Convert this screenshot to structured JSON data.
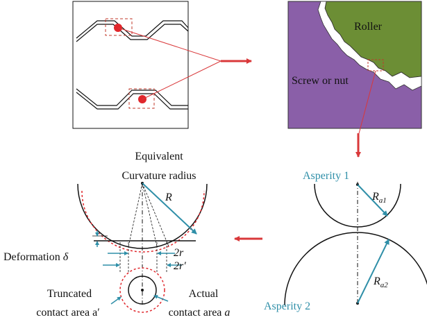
{
  "colors": {
    "screw": "#8a5fa8",
    "roller": "#6c8e35",
    "arrow_red": "#d9383a",
    "dim_teal": "#2f8fa8",
    "dashed_red": "#e0262b",
    "outline": "#111111"
  },
  "panels": {
    "thread_closeup": {
      "roller_label": "Roller",
      "screw_label": "Screw or nut"
    },
    "asperities": {
      "asperity1_label": "Asperity 1",
      "asperity2_label": "Asperity 2",
      "ra1_main": "R",
      "ra1_sub": "a1",
      "ra2_main": "R",
      "ra2_sub": "a2"
    },
    "equivalent": {
      "title_line1": "Equivalent",
      "title_line2": "Curvature radius",
      "radius_label": "R",
      "deformation_label": "Deformation ",
      "deformation_symbol": "δ",
      "two_r_label": "2r",
      "two_r_prime_label": "2r′",
      "truncated_line1": "Truncated",
      "truncated_line2": "contact area a′",
      "actual_line1": "Actual",
      "actual_line2_text": "contact area ",
      "actual_line2_symbol": "a"
    }
  }
}
